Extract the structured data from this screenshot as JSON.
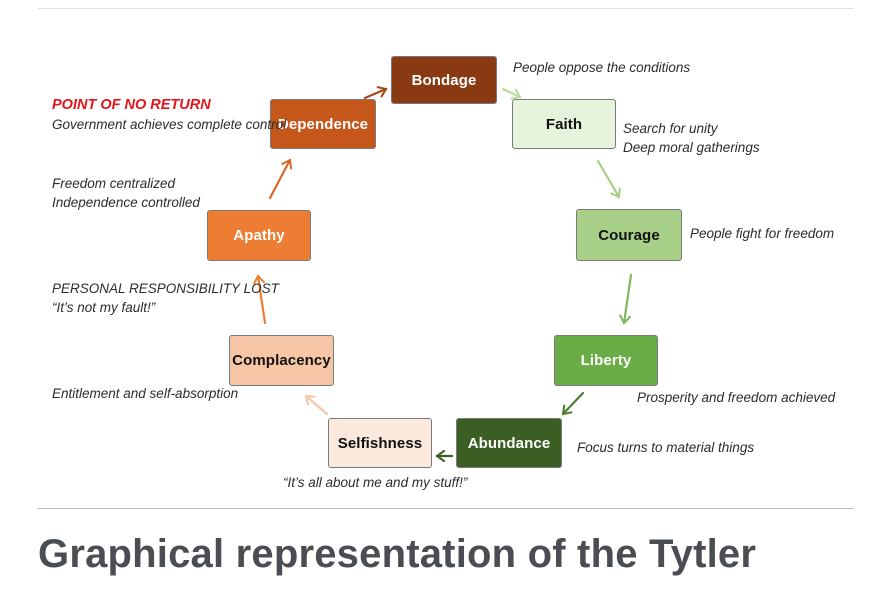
{
  "diagram": {
    "stages": [
      {
        "id": "bondage",
        "label": "Bondage",
        "fill": "#8a3a12",
        "text": "#ffffff"
      },
      {
        "id": "faith",
        "label": "Faith",
        "fill": "#e6f4dc",
        "text": "#111111"
      },
      {
        "id": "courage",
        "label": "Courage",
        "fill": "#a8d089",
        "text": "#111111"
      },
      {
        "id": "liberty",
        "label": "Liberty",
        "fill": "#6aac46",
        "text": "#ffffff"
      },
      {
        "id": "abundance",
        "label": "Abundance",
        "fill": "#3b5e22",
        "text": "#ffffff"
      },
      {
        "id": "selfishness",
        "label": "Selfishness",
        "fill": "#fbe9de",
        "text": "#111111"
      },
      {
        "id": "complacency",
        "label": "Complacency",
        "fill": "#f6c6a6",
        "text": "#111111"
      },
      {
        "id": "apathy",
        "label": "Apathy",
        "fill": "#ee7d34",
        "text": "#ffffff"
      },
      {
        "id": "dependence",
        "label": "Dependence",
        "fill": "#c5571b",
        "text": "#ffffff"
      }
    ],
    "annotations": {
      "bondage": [
        "People oppose the conditions"
      ],
      "faith": [
        "Search for unity",
        "Deep moral gatherings"
      ],
      "courage": [
        "People fight for freedom"
      ],
      "liberty": [
        "Prosperity and freedom achieved"
      ],
      "abundance": [
        "Focus turns to material things"
      ],
      "selfishness": [
        "“It’s all about me and my stuff!”"
      ],
      "complacency": [
        "Entitlement and self-absorption"
      ],
      "apathy_lower": [
        "PERSONAL RESPONSIBILITY LOST",
        "“It’s not my fault!”"
      ],
      "apathy_upper": [
        "Freedom centralized",
        "Independence controlled"
      ],
      "dependence_alert": "POINT OF NO RETURN",
      "dependence": [
        "Government achieves complete control"
      ]
    },
    "arrow_colors": {
      "bondage_faith": "#b9dca0",
      "faith_courage": "#a5cf86",
      "courage_liberty": "#7fb85c",
      "liberty_abundance": "#4e7e30",
      "abundance_selfishness": "#3b5e22",
      "selfishness_complacency": "#f6c6a6",
      "complacency_apathy": "#ee7d34",
      "apathy_dependence": "#d9692a",
      "dependence_bondage": "#a8461a"
    }
  },
  "caption": "Graphical representation of the Tytler"
}
